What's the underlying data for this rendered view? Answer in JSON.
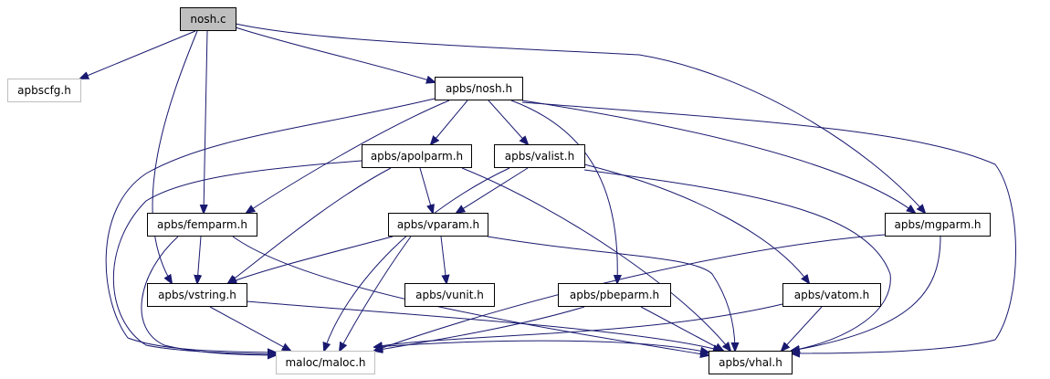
{
  "colors": {
    "edge": "#191970",
    "root_fill": "#bfbfbf",
    "external_border": "#bfbfbf",
    "node_border": "#000000"
  },
  "nodes": [
    {
      "id": "nosh_c",
      "label": "nosh.c",
      "kind": "root"
    },
    {
      "id": "apbscfg",
      "label": "apbscfg.h",
      "kind": "external"
    },
    {
      "id": "nosh_h",
      "label": "apbs/nosh.h",
      "kind": "header"
    },
    {
      "id": "apolparm",
      "label": "apbs/apolparm.h",
      "kind": "header"
    },
    {
      "id": "valist",
      "label": "apbs/valist.h",
      "kind": "header"
    },
    {
      "id": "femparm",
      "label": "apbs/femparm.h",
      "kind": "header"
    },
    {
      "id": "vparam",
      "label": "apbs/vparam.h",
      "kind": "header"
    },
    {
      "id": "mgparm",
      "label": "apbs/mgparm.h",
      "kind": "header"
    },
    {
      "id": "vstring",
      "label": "apbs/vstring.h",
      "kind": "header"
    },
    {
      "id": "vunit",
      "label": "apbs/vunit.h",
      "kind": "header"
    },
    {
      "id": "pbeparm",
      "label": "apbs/pbeparm.h",
      "kind": "header"
    },
    {
      "id": "vatom",
      "label": "apbs/vatom.h",
      "kind": "header"
    },
    {
      "id": "maloc",
      "label": "maloc/maloc.h",
      "kind": "external"
    },
    {
      "id": "vhal",
      "label": "apbs/vhal.h",
      "kind": "header"
    }
  ],
  "edges": [
    [
      "nosh_c",
      "apbscfg"
    ],
    [
      "nosh_c",
      "nosh_h"
    ],
    [
      "nosh_c",
      "femparm"
    ],
    [
      "nosh_c",
      "vstring"
    ],
    [
      "nosh_c",
      "mgparm"
    ],
    [
      "nosh_h",
      "apolparm"
    ],
    [
      "nosh_h",
      "valist"
    ],
    [
      "nosh_h",
      "femparm"
    ],
    [
      "nosh_h",
      "mgparm"
    ],
    [
      "nosh_h",
      "pbeparm"
    ],
    [
      "nosh_h",
      "maloc"
    ],
    [
      "nosh_h",
      "vhal"
    ],
    [
      "apolparm",
      "vparam"
    ],
    [
      "apolparm",
      "vstring"
    ],
    [
      "apolparm",
      "maloc"
    ],
    [
      "apolparm",
      "vhal"
    ],
    [
      "valist",
      "vparam"
    ],
    [
      "valist",
      "vatom"
    ],
    [
      "valist",
      "maloc"
    ],
    [
      "valist",
      "vhal"
    ],
    [
      "femparm",
      "vstring"
    ],
    [
      "femparm",
      "maloc"
    ],
    [
      "femparm",
      "vhal"
    ],
    [
      "vparam",
      "vstring"
    ],
    [
      "vparam",
      "vunit"
    ],
    [
      "vparam",
      "maloc"
    ],
    [
      "vparam",
      "vhal"
    ],
    [
      "mgparm",
      "maloc"
    ],
    [
      "mgparm",
      "vhal"
    ],
    [
      "vstring",
      "maloc"
    ],
    [
      "vstring",
      "vhal"
    ],
    [
      "pbeparm",
      "maloc"
    ],
    [
      "pbeparm",
      "vhal"
    ],
    [
      "vatom",
      "maloc"
    ],
    [
      "vatom",
      "vhal"
    ],
    [
      "maloc",
      "vhal"
    ]
  ]
}
